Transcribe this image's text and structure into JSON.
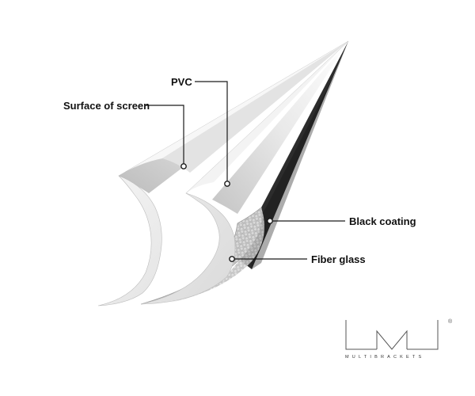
{
  "labels": {
    "surface": "Surface of screen",
    "pvc": "PVC",
    "black_coating": "Black coating",
    "fiber_glass": "Fiber glass"
  },
  "brand": {
    "wordmark": "MULTIBRACKETS",
    "registered": "®"
  },
  "colors": {
    "black_coating": "#2b2b2b",
    "layer_light": "#f4f4f4",
    "layer_mid": "#c9c9c9",
    "fiber": "#bdbdbd"
  }
}
